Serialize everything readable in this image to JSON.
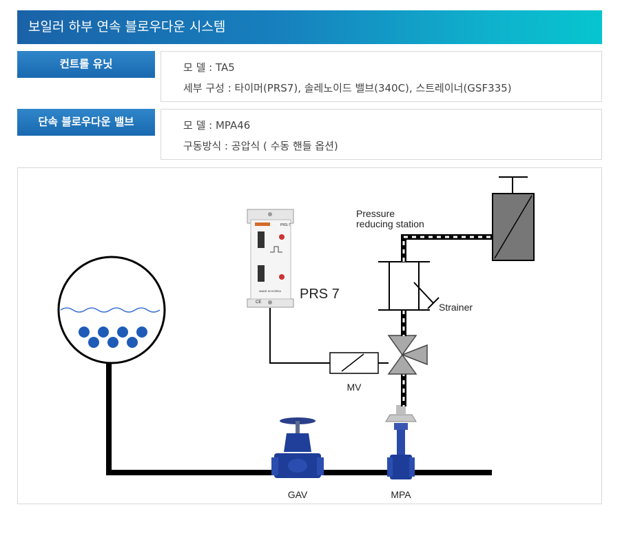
{
  "title": "보일러 하부 연속 블로우다운 시스템",
  "sections": [
    {
      "label": "컨트롤 유닛",
      "lines": [
        "모 델 : TA5",
        "세부 구성 : 타이머(PRS7), 솔레노이드 밸브(340C), 스트레이너(GSF335)"
      ]
    },
    {
      "label": "단속 블로우다운 밸브",
      "lines": [
        "모 델 : MPA46",
        "구동방식 : 공압식 ( 수동 핸들 옵션)"
      ]
    }
  ],
  "diagram": {
    "prs_label": "PRS 7",
    "pressure_label_1": "Pressure",
    "pressure_label_2": "reducing station",
    "strainer_label": "Strainer",
    "mv_label": "MV",
    "gav_label": "GAV",
    "mpa_label": "MPA",
    "device_title": "PRS-7",
    "device_footer": "MADE IN KOREA",
    "device_ce": "CE"
  },
  "colors": {
    "title_gradient": [
      "#1a62a8",
      "#06c5cf"
    ],
    "label_blue": "#1969b0",
    "water_bubble": "#1f5cb8",
    "valve_blue": "#1f3f9a"
  }
}
